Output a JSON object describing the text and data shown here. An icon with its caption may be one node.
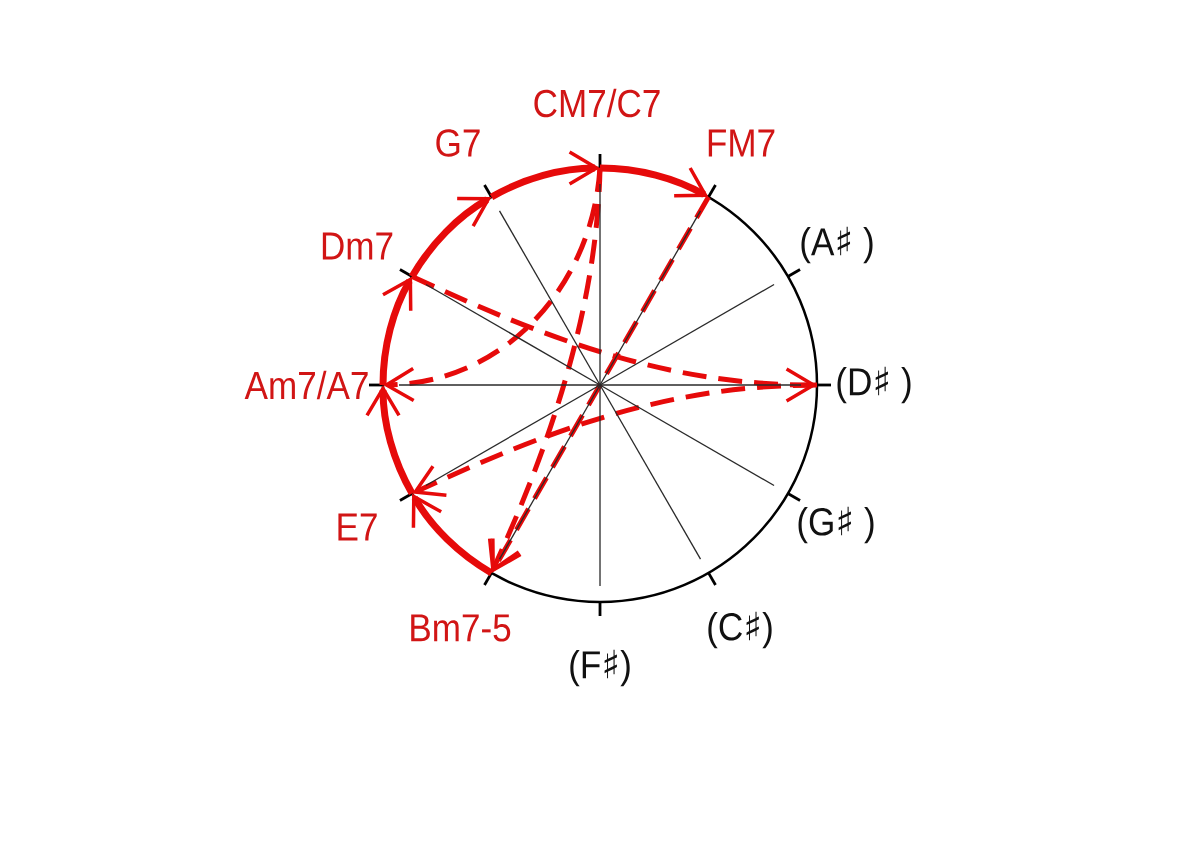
{
  "diagram": {
    "nodes": [
      {
        "text": [],
        "shape": "tick",
        "beside": [
          "CM7/C7"
        ]
      },
      {
        "text": [],
        "shape": "tick",
        "beside": [
          "FM7"
        ]
      },
      {
        "text": [],
        "shape": "tick",
        "beside": [
          "(A♯ )"
        ]
      },
      {
        "text": [],
        "shape": "tick",
        "beside": [
          "(D♯ )"
        ]
      },
      {
        "text": [],
        "shape": "tick",
        "beside": [
          "(G♯ )"
        ]
      },
      {
        "text": [],
        "shape": "tick",
        "beside": [
          "(C♯)"
        ]
      },
      {
        "text": [],
        "shape": "tick",
        "beside": [
          "(F♯)"
        ]
      },
      {
        "text": [],
        "shape": "tick",
        "beside": [
          "Bm7-5"
        ]
      },
      {
        "text": [],
        "shape": "tick",
        "beside": [
          "E7"
        ]
      },
      {
        "text": [],
        "shape": "tick",
        "beside": [
          "Am7/A7"
        ]
      },
      {
        "text": [],
        "shape": "tick",
        "beside": [
          "Dm7"
        ]
      },
      {
        "text": [],
        "shape": "tick",
        "beside": [
          "G7"
        ]
      }
    ],
    "edges": [
      {
        "from": 7,
        "to": 8,
        "arrow": "to"
      },
      {
        "from": 8,
        "to": 9,
        "arrow": "to"
      },
      {
        "from": 9,
        "to": 10,
        "arrow": "to"
      },
      {
        "from": 10,
        "to": 11,
        "arrow": "to"
      },
      {
        "from": 11,
        "to": 0,
        "arrow": "to"
      },
      {
        "from": 0,
        "to": 1,
        "arrow": "to"
      },
      {
        "from": 0,
        "to": 9,
        "arrow": "to",
        "style": "dashed"
      },
      {
        "from": 0,
        "to": 7,
        "arrow": "to",
        "style": "dashed"
      },
      {
        "from": 1,
        "to": 7,
        "arrow": "to",
        "style": "dashed"
      },
      {
        "from": 10,
        "to": 3,
        "arrow": "to",
        "style": "dashed"
      },
      {
        "from": 3,
        "to": 8,
        "arrow": "to",
        "style": "dashed"
      }
    ]
  }
}
